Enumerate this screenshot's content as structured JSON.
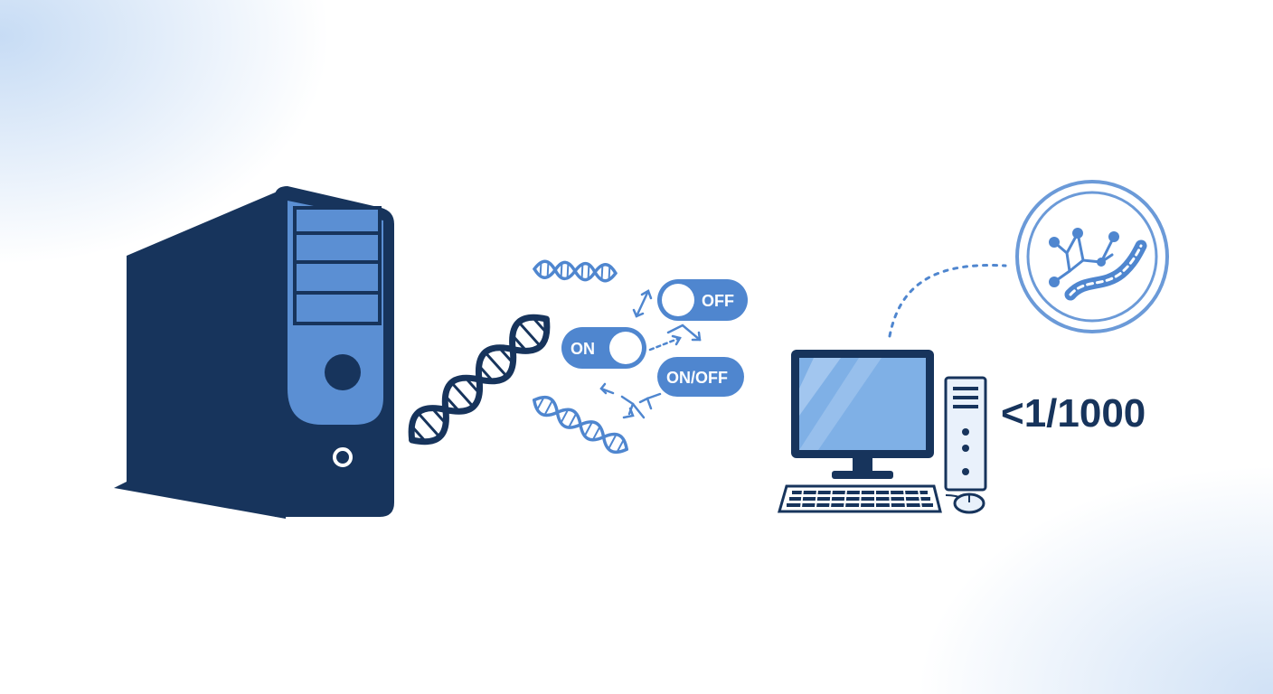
{
  "switches": {
    "off_label": "OFF",
    "on_label": "ON",
    "onoff_label": "ON/OFF"
  },
  "ratio": {
    "text": "<1/1000"
  },
  "colors": {
    "dark_navy": "#17345c",
    "medium_blue": "#4f86cf",
    "light_blue": "#7fb0e6",
    "background_tint": "#dce9f8"
  },
  "icons": [
    "server-tower-icon",
    "dna-helix-icon",
    "toggle-switch-icon",
    "desktop-computer-icon",
    "keyboard-icon",
    "mouse-icon",
    "neuron-circle-icon"
  ]
}
